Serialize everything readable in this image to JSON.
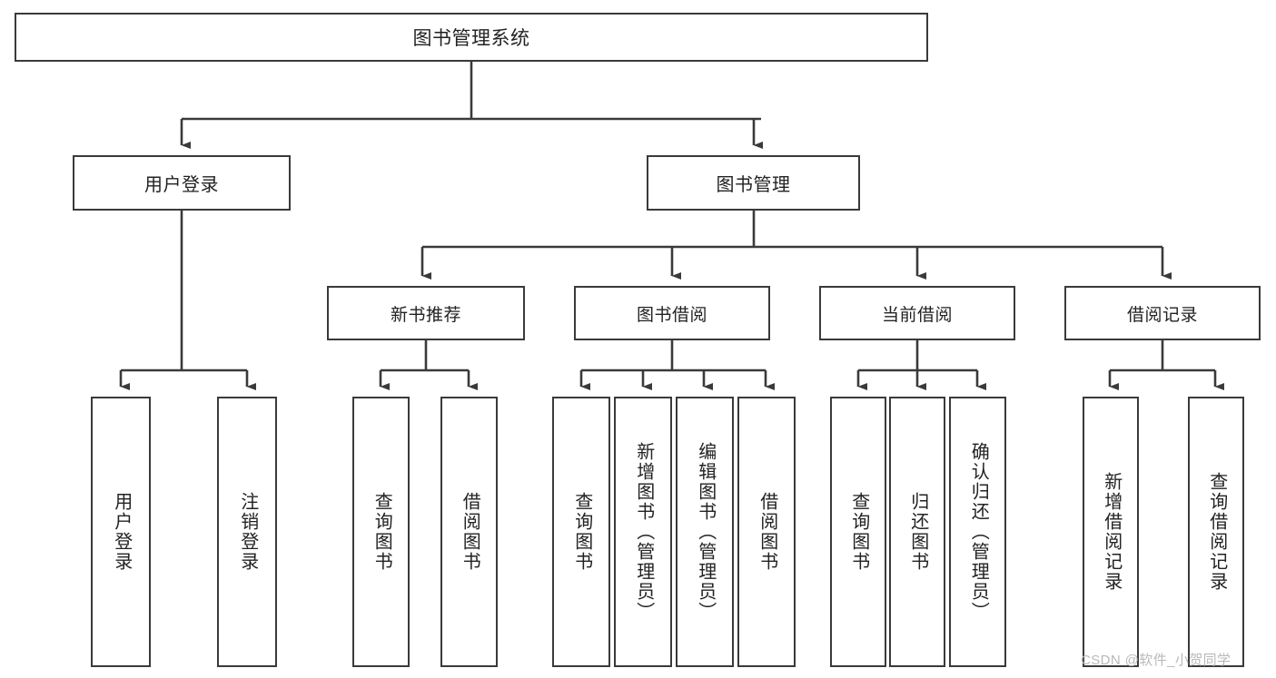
{
  "diagram": {
    "type": "tree",
    "title": "图书管理系统",
    "root": {
      "label": "图书管理系统"
    },
    "level2": [
      {
        "label": "用户登录"
      },
      {
        "label": "图书管理"
      }
    ],
    "level3": [
      {
        "label": "新书推荐",
        "parent": "图书管理"
      },
      {
        "label": "图书借阅",
        "parent": "图书管理"
      },
      {
        "label": "当前借阅",
        "parent": "图书管理"
      },
      {
        "label": "借阅记录",
        "parent": "图书管理"
      }
    ],
    "leaves": [
      {
        "label": "用户登录",
        "parent": "用户登录"
      },
      {
        "label": "注销登录",
        "parent": "用户登录"
      },
      {
        "label": "查询图书",
        "parent": "新书推荐"
      },
      {
        "label": "借阅图书",
        "parent": "新书推荐"
      },
      {
        "label": "查询图书",
        "parent": "图书借阅"
      },
      {
        "label": "新增图书（管理员）",
        "parent": "图书借阅"
      },
      {
        "label": "编辑图书（管理员）",
        "parent": "图书借阅"
      },
      {
        "label": "借阅图书",
        "parent": "图书借阅"
      },
      {
        "label": "查询图书",
        "parent": "当前借阅"
      },
      {
        "label": "归还图书",
        "parent": "当前借阅"
      },
      {
        "label": "确认归还（管理员）",
        "parent": "当前借阅"
      },
      {
        "label": "新增借阅记录",
        "parent": "借阅记录"
      },
      {
        "label": "查询借阅记录",
        "parent": "借阅记录"
      }
    ]
  },
  "watermark": {
    "text": "CSDN @软件_小贺同学"
  },
  "colors": {
    "stroke": "#3a3a3a",
    "text": "#222222",
    "background": "#ffffff",
    "watermark": "#b9b9b9"
  }
}
